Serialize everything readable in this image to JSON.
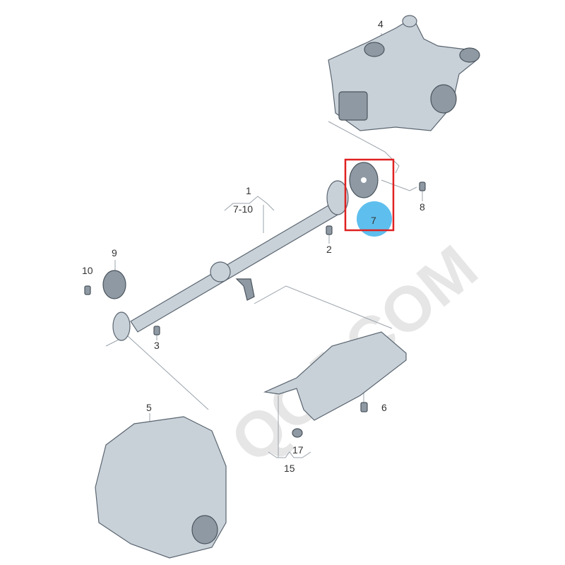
{
  "watermark": "QCJ.COM",
  "highlight": {
    "part": "7",
    "box_color": "#e02020",
    "marker_color": "#4cb8ec"
  },
  "callouts": {
    "p1": "1",
    "p1_range": "7-10",
    "p2": "2",
    "p3": "3",
    "p4": "4",
    "p5": "5",
    "p6": "6",
    "p7": "7",
    "p8": "8",
    "p9": "9",
    "p10": "10",
    "p15": "15",
    "p17": "17"
  }
}
